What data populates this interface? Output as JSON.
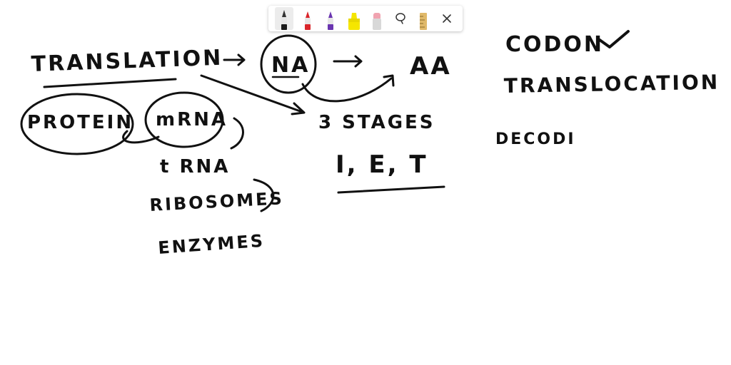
{
  "toolbar": {
    "tools": [
      {
        "name": "black-pen",
        "color": "#1a1a1a",
        "selected": true
      },
      {
        "name": "red-pen",
        "color": "#d9262b"
      },
      {
        "name": "purple-pen",
        "color": "#6a35b0"
      },
      {
        "name": "highlighter",
        "color": "#f5e600"
      },
      {
        "name": "eraser",
        "color": "#f0a3b0"
      },
      {
        "name": "lasso",
        "icon": "lasso-icon"
      },
      {
        "name": "ruler",
        "icon": "ruler-icon",
        "color": "#e0b96a"
      },
      {
        "name": "close",
        "icon": "close-icon"
      }
    ]
  },
  "notes": {
    "translation": "TRANSLATION",
    "na": "NA",
    "aa": "AA",
    "protein": "PROTEIN",
    "mrna": "mRNA",
    "trna": "t RNA",
    "ribosomes": "RIBOSOMES",
    "enzymes": "ENZYMES",
    "stages": "3  STAGES",
    "iet": "I,  E,  T",
    "codon": "CODON",
    "translocation": "TRANSLOCATION",
    "decoding": "DECODI"
  }
}
